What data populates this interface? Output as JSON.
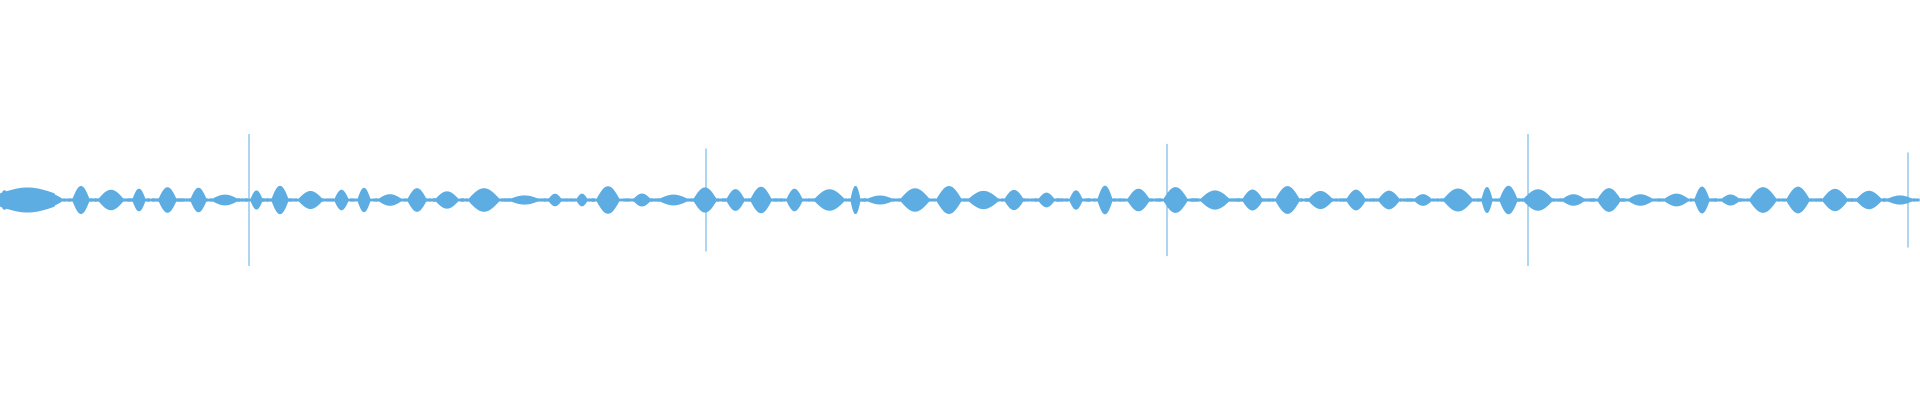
{
  "waveform": {
    "color": "#5DADE2",
    "spikes_relative_positions": [
      0.13,
      0.368,
      0.608,
      0.796,
      0.9945
    ],
    "spike_amplitudes": [
      1.0,
      0.78,
      0.85,
      1.0,
      0.72
    ]
  }
}
